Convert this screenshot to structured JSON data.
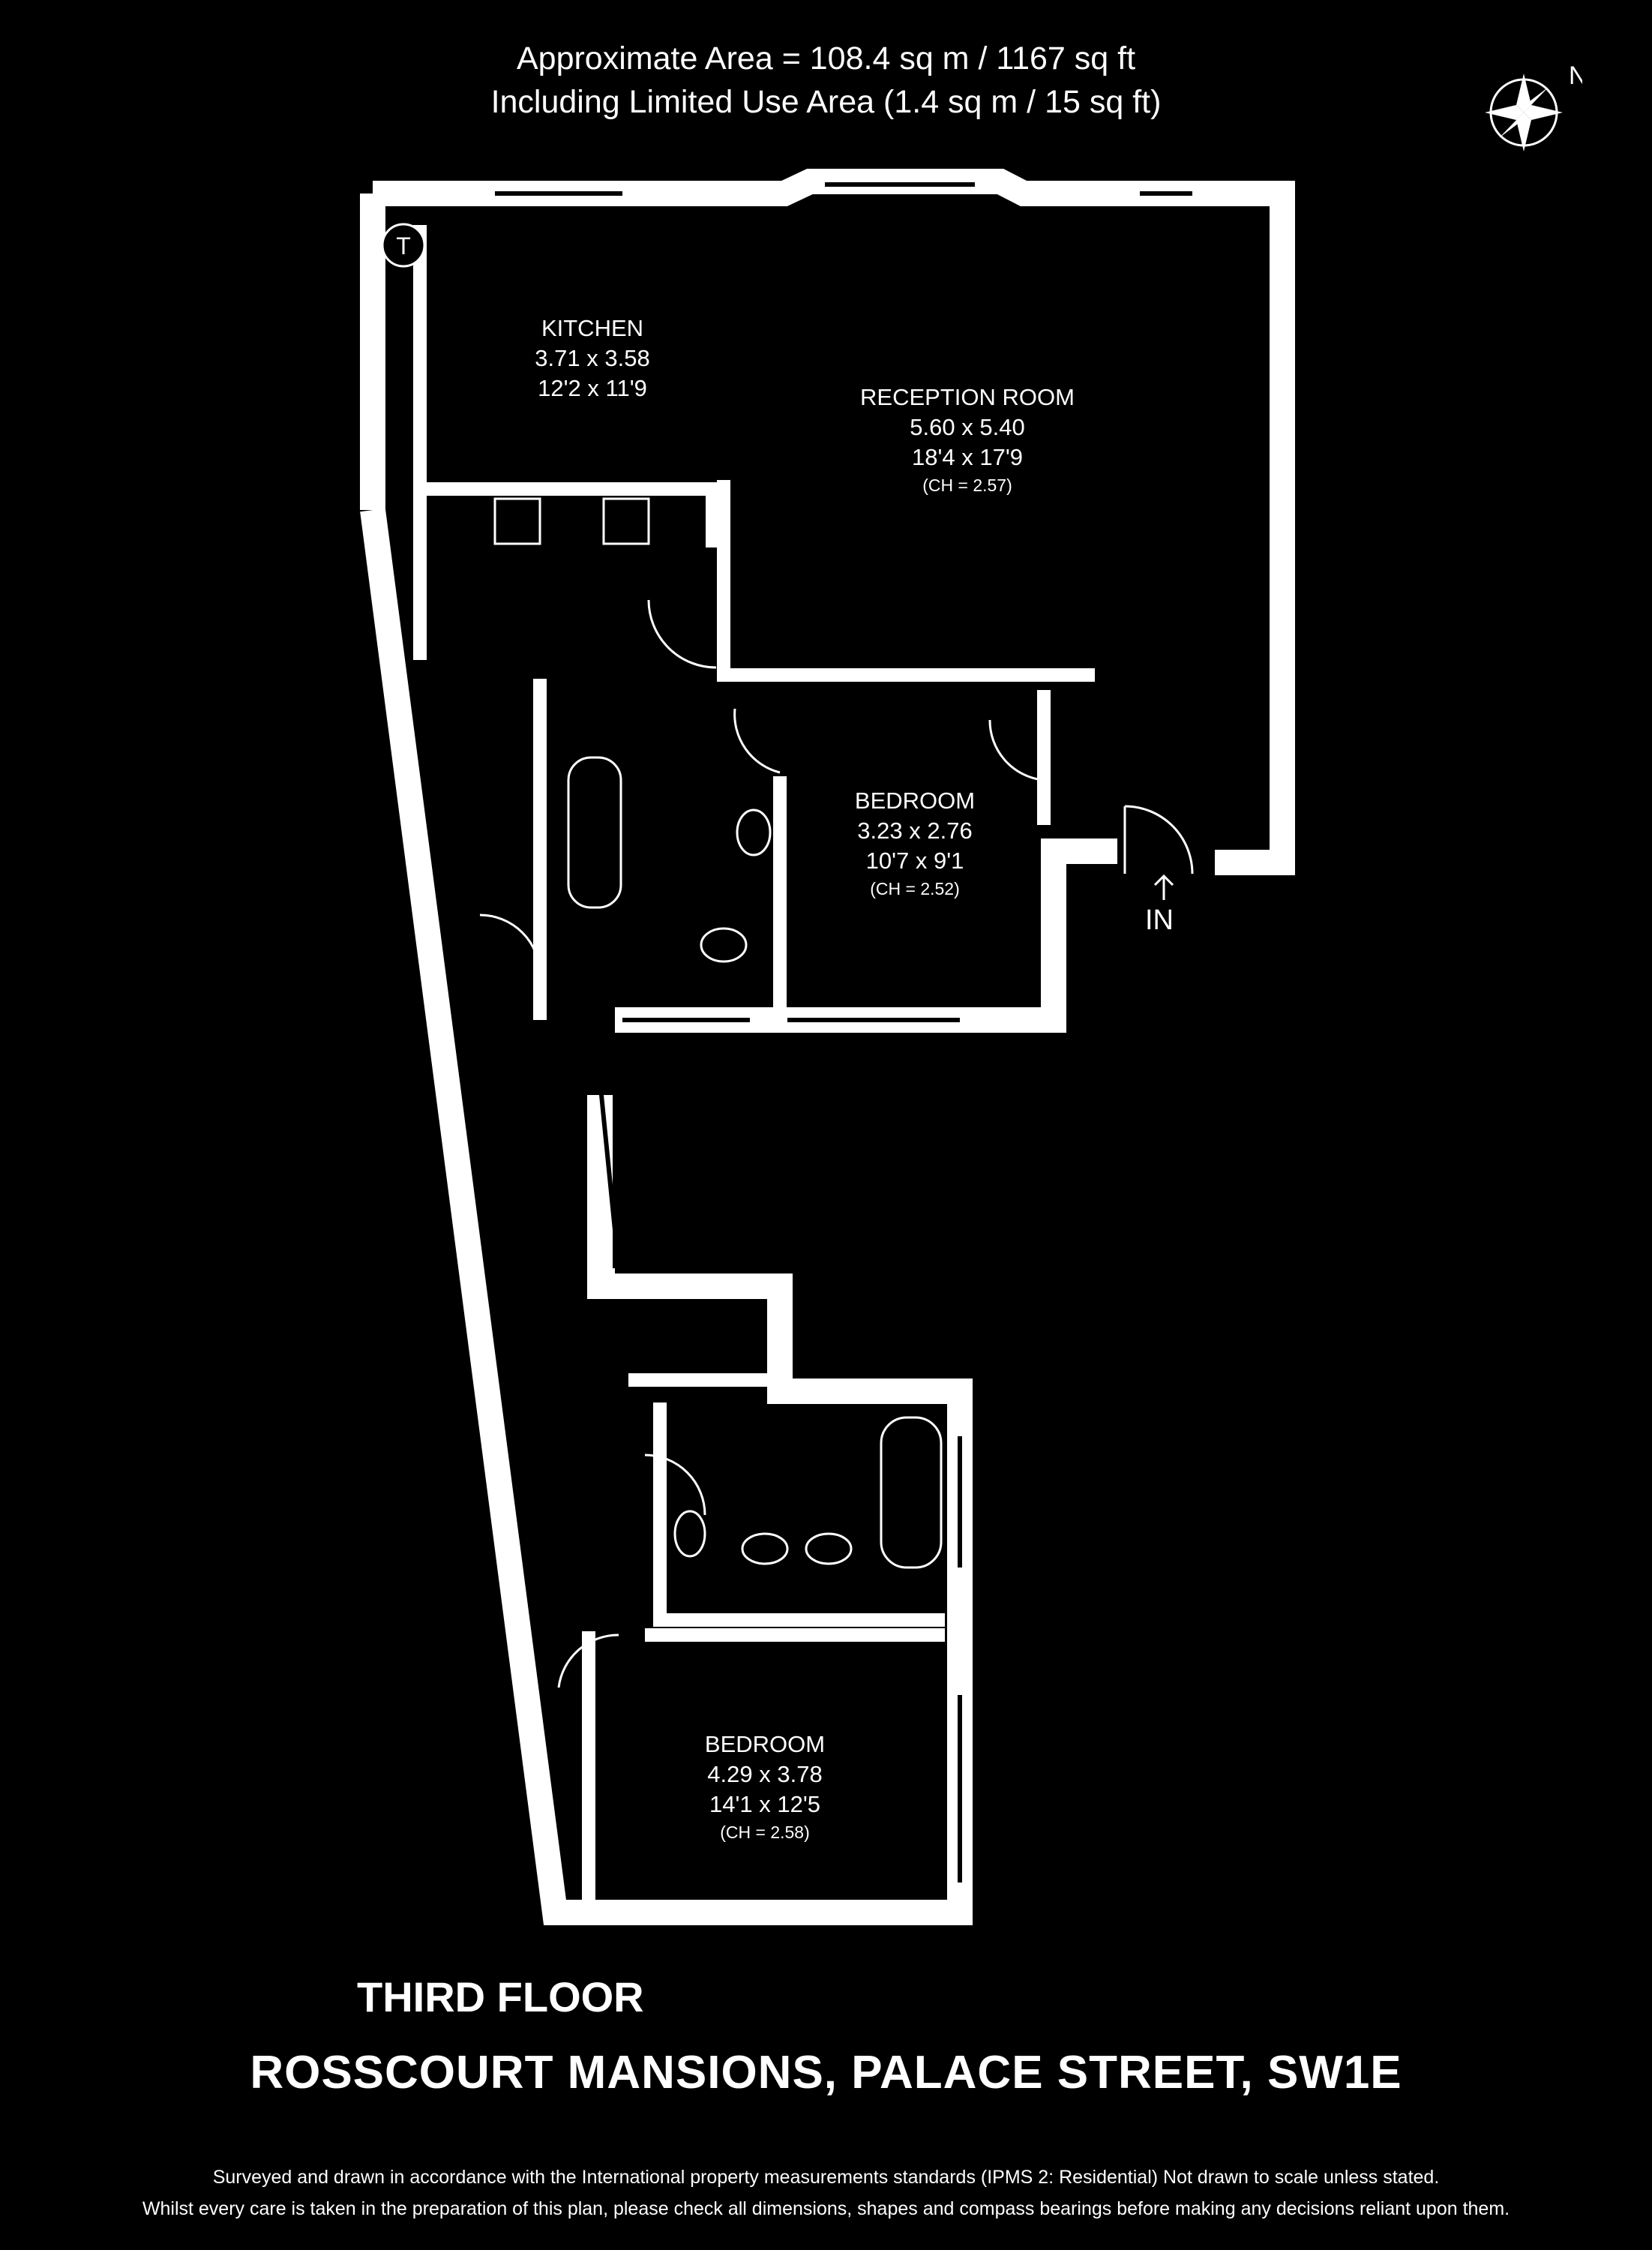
{
  "header": {
    "area_line": "Approximate Area = 108.4 sq m / 1167 sq ft",
    "limited_use_line": "Including Limited Use Area (1.4 sq m / 15 sq ft)"
  },
  "compass": {
    "north_label": "N",
    "icon": "compass-rose-icon"
  },
  "rooms": {
    "kitchen": {
      "name": "KITCHEN",
      "metric": "3.71 x 3.58",
      "imperial": "12'2 x 11'9"
    },
    "reception": {
      "name": "RECEPTION ROOM",
      "metric": "5.60 x 5.40",
      "imperial": "18'4 x 17'9",
      "ceiling": "(CH = 2.57)"
    },
    "bedroom1": {
      "name": "BEDROOM",
      "metric": "3.23 x 2.76",
      "imperial": "10'7 x 9'1",
      "ceiling": "(CH = 2.52)"
    },
    "bedroom2": {
      "name": "BEDROOM",
      "metric": "4.29 x 3.78",
      "imperial": "14'1 x 12'5",
      "ceiling": "(CH = 2.58)"
    }
  },
  "markers": {
    "tank": "T",
    "entrance": "IN"
  },
  "floor_label": "THIRD FLOOR",
  "address": "ROSSCOURT MANSIONS, PALACE STREET, SW1E",
  "disclaimer": {
    "line1": "Surveyed and drawn in accordance with the International property measurements standards (IPMS 2: Residential) Not drawn to scale unless stated.",
    "line2": "Whilst every care is taken in the preparation of this plan, please check all dimensions, shapes and compass bearings before making any decisions reliant upon them."
  },
  "colors": {
    "background": "#000000",
    "walls": "#ffffff"
  }
}
